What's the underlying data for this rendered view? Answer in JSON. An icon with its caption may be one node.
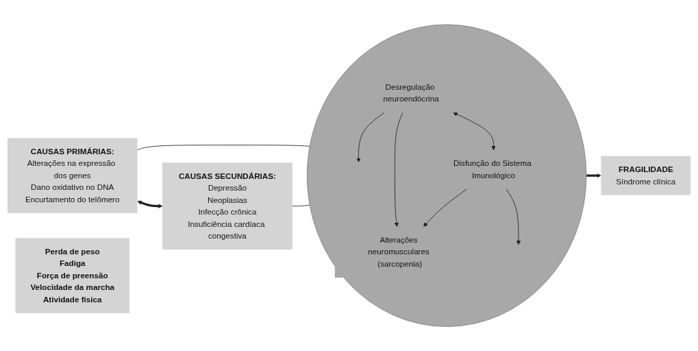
{
  "diagram": {
    "nodes": [
      {
        "text": [
          "CAUSAS PRIMÁRIAS:",
          "Alterações na expressão dos genes",
          "Dano oxidativo no DNA",
          "Encurtamento do telômero"
        ]
      },
      {
        "text": [
          "CAUSAS SECUNDÁRIAS:",
          "Depressão",
          "Neoplasias",
          "Infecção crônica",
          "Insuficiência cardíaca congestiva"
        ]
      },
      {
        "text": [],
        "shape": "circle"
      },
      {
        "text": [
          "Desregulação neuroendócrina"
        ],
        "in": 2
      },
      {
        "text": [
          "Alterações neuromusculares (sarcopenia)"
        ],
        "in": 2
      },
      {
        "text": [
          "Disfunção do Sistema Imunológico"
        ],
        "in": 2
      },
      {
        "text": [
          "FRAGILIDADE",
          "Síndrome clínica"
        ]
      },
      {
        "text": [
          "Perda de peso",
          "Fadiga",
          "Força de preensão",
          "Velocidade da marcha",
          "Atividade física"
        ]
      }
    ],
    "edges": [
      {
        "from": 0,
        "to": 2,
        "arrow": "to"
      },
      {
        "from": 0,
        "to": 1,
        "arrow": "both",
        "style": "thick"
      },
      {
        "from": 1,
        "to": 2,
        "arrow": "to"
      },
      {
        "from": 3,
        "to": null,
        "arrow": "to"
      },
      {
        "from": 3,
        "to": 4,
        "arrow": "to"
      },
      {
        "from": 3,
        "to": 5,
        "arrow": "both"
      },
      {
        "from": 5,
        "to": 4,
        "arrow": "to"
      },
      {
        "from": 5,
        "to": null,
        "arrow": "to"
      },
      {
        "from": 2,
        "to": 6,
        "arrow": "to",
        "style": "thick"
      }
    ]
  }
}
